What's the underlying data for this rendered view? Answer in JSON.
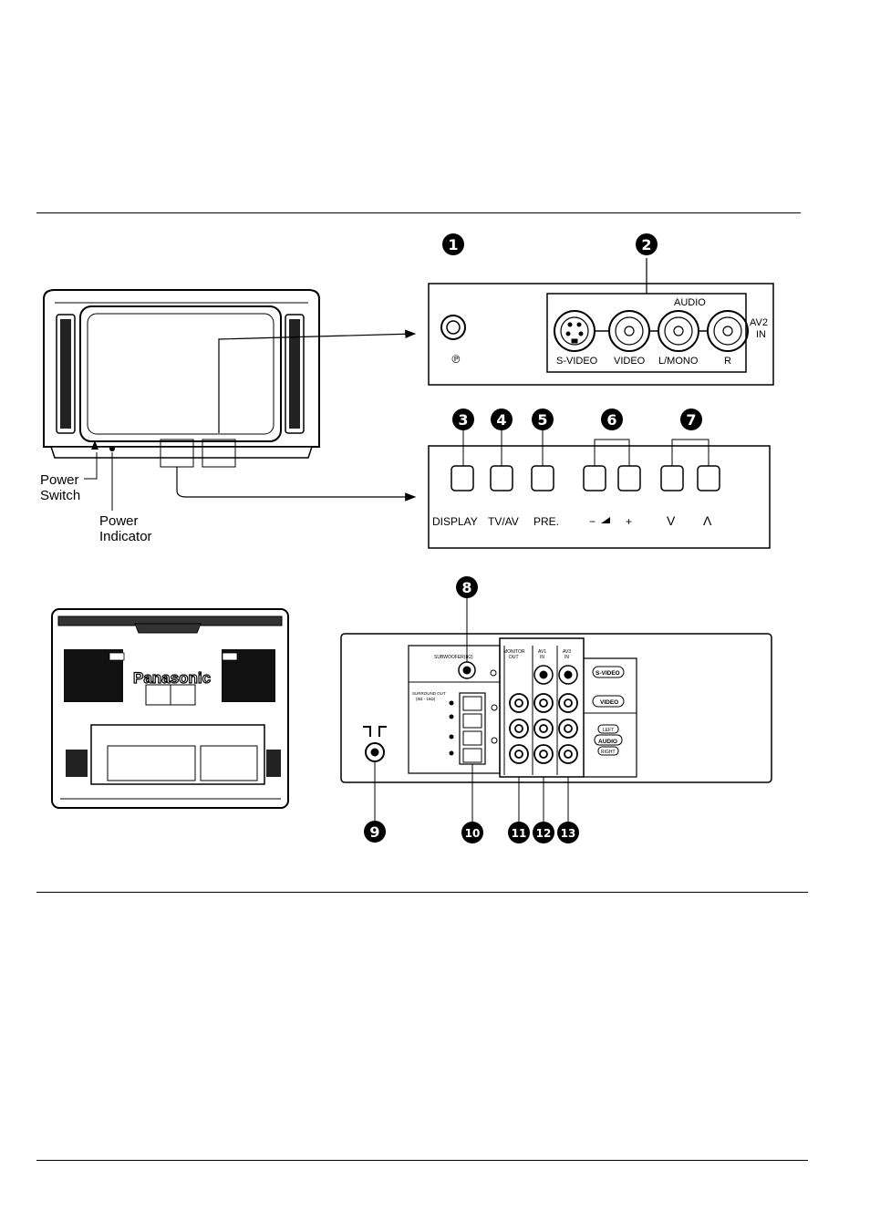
{
  "front_tv": {
    "power_switch": [
      "Power",
      "Switch"
    ],
    "power_indicator": [
      "Power",
      "Indicator"
    ]
  },
  "av_panel": {
    "audio_label": "AUDIO",
    "av2_label": [
      "AV2",
      "IN"
    ],
    "jacks": [
      "S-VIDEO",
      "VIDEO",
      "L/MONO",
      "R"
    ]
  },
  "button_panel": {
    "buttons": [
      "DISPLAY",
      "TV/AV",
      "PRE.",
      "−",
      "+",
      "V",
      "Λ"
    ]
  },
  "rear_tv": {
    "brand": "Panasonic"
  },
  "rear_panel": {
    "subwoofer": "SUBWOOFER(8Ω)",
    "monitor_out": [
      "MONITOR",
      "OUT"
    ],
    "av1_in": [
      "AV1",
      "IN"
    ],
    "av3_in": [
      "AV3",
      "IN"
    ],
    "svideo_tag": "S-VIDEO",
    "video_tag": "VIDEO",
    "audio_tag": "AUDIO",
    "left_tag": "LEFT",
    "right_tag": "RIGHT",
    "surround": [
      "SURROUND OUT",
      "(8Ω - 16Ω)"
    ]
  },
  "callouts": [
    "1",
    "2",
    "3",
    "4",
    "5",
    "6",
    "7",
    "8",
    "9",
    "10",
    "11",
    "12",
    "13"
  ]
}
